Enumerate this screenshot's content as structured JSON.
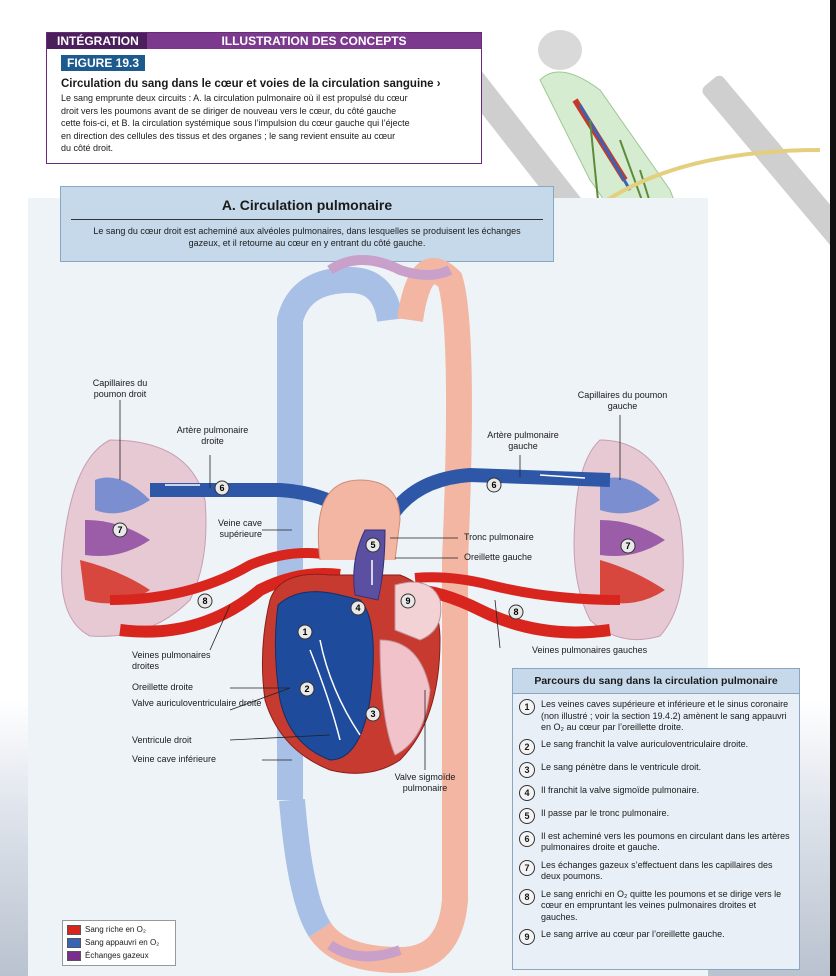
{
  "header": {
    "tab_left": "INTÉGRATION",
    "tab_right": "ILLUSTRATION DES CONCEPTS",
    "figure": "FIGURE 19.3",
    "title": "Circulation du sang dans le cœur et voies de la circulation sanguine ›",
    "lines": [
      "Le sang emprunte deux circuits : A. la circulation pulmonaire où il est propulsé du cœur",
      "droit vers les poumons avant de se diriger de nouveau vers le cœur, du côté gauche",
      "cette fois-ci, et B. la circulation systémique sous l’impulsion du cœur gauche qui l’éjecte",
      "en direction des cellules des tissus et des organes ; le sang revient ensuite au cœur",
      "du côté droit."
    ]
  },
  "panel": {
    "title": "A. Circulation pulmonaire",
    "description": "Le sang du cœur droit est acheminé aux alvéoles pulmonaires, dans lesquelles se produisent les échanges gazeux, et il retourne au cœur en y entrant du côté gauche."
  },
  "labels": {
    "cap_right": "Capillaires du poumon droit",
    "art_right": "Artère pulmonaire droite",
    "cap_left": "Capillaires du poumon gauche",
    "art_left": "Artère pulmonaire gauche",
    "vcs": "Veine cave supérieure",
    "tronc": "Tronc pulmonaire",
    "oreillette_g": "Oreillette gauche",
    "veines_d": "Veines pulmonaires droites",
    "oreillette_d": "Oreillette droite",
    "valve_av": "Valve auriculoventriculaire droite",
    "ventricule_d": "Ventricule droit",
    "vci": "Veine cave inférieure",
    "valve_sig": "Valve sigmoïde pulmonaire",
    "veines_g": "Veines pulmonaires gauches"
  },
  "markers": [
    "6",
    "6",
    "7",
    "7",
    "5",
    "4",
    "9",
    "8",
    "8",
    "1",
    "2",
    "3"
  ],
  "steps": {
    "title": "Parcours du sang dans la circulation pulmonaire",
    "items": [
      {
        "n": "1",
        "text": "Les veines caves supérieure et inférieure et le sinus coronaire (non illustré ; voir la section 19.4.2) amènent le sang appauvri en O₂ au cœur par l’oreillette droite."
      },
      {
        "n": "2",
        "text": "Le sang franchit la valve auriculoventriculaire droite."
      },
      {
        "n": "3",
        "text": "Le sang pénètre dans le ventricule droit."
      },
      {
        "n": "4",
        "text": "Il franchit la valve sigmoïde pulmonaire."
      },
      {
        "n": "5",
        "text": "Il passe par le tronc pulmonaire."
      },
      {
        "n": "6",
        "text": "Il est acheminé vers les poumons en circulant dans les artères pulmonaires droite et gauche."
      },
      {
        "n": "7",
        "text": "Les échanges gazeux s’effectuent dans les capillaires des deux poumons."
      },
      {
        "n": "8",
        "text": "Le sang enrichi en O₂ quitte les poumons et se dirige vers le cœur en empruntant les veines pulmonaires droites et gauches."
      },
      {
        "n": "9",
        "text": "Le sang arrive au cœur par l’oreillette gauche."
      }
    ]
  },
  "legend": {
    "items": [
      {
        "label": "Sang riche en O₂",
        "color": "#d8261f"
      },
      {
        "label": "Sang appauvri en O₂",
        "color": "#3a63b5"
      },
      {
        "label": "Échanges gazeux",
        "color": "#7b2d8e"
      }
    ]
  },
  "colors": {
    "oxygenated": "#d8261f",
    "deoxygenated": "#2f57a8",
    "exchange": "#7b2d8e",
    "panel": "#eef3f8"
  }
}
